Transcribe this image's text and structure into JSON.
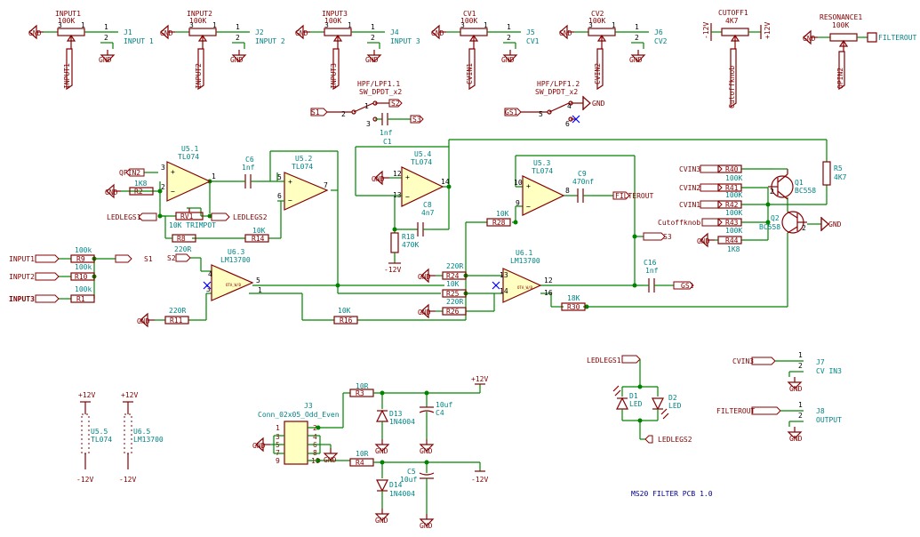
{
  "title_block": "MS20 FILTER PCB 1.0",
  "pots": [
    {
      "ref": "INPUT1",
      "val": "100K",
      "net": "INPUT1",
      "jref": "J1",
      "jnet": "INPUT 1"
    },
    {
      "ref": "INPUT2",
      "val": "100K",
      "net": "INPUT2",
      "jref": "J2",
      "jnet": "INPUT 2"
    },
    {
      "ref": "INPUT3",
      "val": "100K",
      "net": "INPUT3",
      "jref": "J4",
      "jnet": "INPUT 3"
    },
    {
      "ref": "CV1",
      "val": "100K",
      "net": "CVIN1",
      "jref": "J5",
      "jnet": "CV1"
    },
    {
      "ref": "CV2",
      "val": "100K",
      "net": "CVIN2",
      "jref": "J6",
      "jnet": "CV2"
    }
  ],
  "cutoff": {
    "ref": "CUTOFF1",
    "val": "4K7",
    "vneg": "-12V",
    "vpos": "+12V",
    "net": "Cutoffknob"
  },
  "resonance": {
    "ref": "RESONANCE1",
    "val": "100K",
    "net": "FILTEROUT",
    "wiper": "QPIN2"
  },
  "gnd": "GND",
  "switches": [
    {
      "ref": "HPF/LPF1.1",
      "val": "SW_DPDT_x2",
      "l": "S1",
      "r1": "S2",
      "r2": "S3",
      "p1": "1",
      "p2": "2",
      "p3": "3"
    },
    {
      "ref": "HPF/LPF1.2",
      "val": "SW_DPDT_x2",
      "l": "GS1",
      "r1": "GND",
      "p1": "4",
      "p2": "5",
      "p3": "6"
    }
  ],
  "c1": {
    "ref": "C1",
    "val": "1nf"
  },
  "opamps": [
    {
      "ref": "U5.1",
      "val": "TL074",
      "pins": [
        "3",
        "2",
        "1"
      ]
    },
    {
      "ref": "U5.2",
      "val": "TL074",
      "pins": [
        "5",
        "6",
        "7"
      ]
    },
    {
      "ref": "U5.4",
      "val": "TL074",
      "pins": [
        "12",
        "13",
        "14"
      ]
    },
    {
      "ref": "U5.3",
      "val": "TL074",
      "pins": [
        "10",
        "9",
        "8"
      ]
    }
  ],
  "otas": [
    {
      "ref": "U6.3",
      "val": "LM13700",
      "pins": [
        "4",
        "3",
        "1",
        "5"
      ]
    },
    {
      "ref": "U6.1",
      "val": "LM13700",
      "pins": [
        "13",
        "14",
        "16",
        "12"
      ]
    }
  ],
  "parts": {
    "r2": {
      "ref": "R2",
      "val": "1K8"
    },
    "rv1": {
      "ref": "RV1",
      "val": "10K TRIMPOT"
    },
    "c6": {
      "ref": "C6",
      "val": "1nf"
    },
    "c8": {
      "ref": "C8",
      "val": "4n7"
    },
    "r18": {
      "ref": "R18",
      "val": "470K"
    },
    "c9": {
      "ref": "C9",
      "val": "470nf"
    },
    "r28": {
      "ref": "R28",
      "val": "10K"
    },
    "r8": {
      "ref": "R8",
      "val": "220R"
    },
    "r14": {
      "ref": "R14",
      "val": "10K"
    },
    "r9": {
      "ref": "R9",
      "val": "100k"
    },
    "r10": {
      "ref": "R10",
      "val": "100k"
    },
    "r1": {
      "ref": "R1",
      "val": "100k"
    },
    "r11": {
      "ref": "R11",
      "val": "220R"
    },
    "r16": {
      "ref": "R16",
      "val": "10K"
    },
    "r24": {
      "ref": "R24",
      "val": "220R"
    },
    "r25": {
      "ref": "R25",
      "val": "10K"
    },
    "r26": {
      "ref": "R26",
      "val": "220R"
    },
    "r30": {
      "ref": "R30",
      "val": "18K"
    },
    "c16": {
      "ref": "C16",
      "val": "1nf"
    },
    "r5": {
      "ref": "R5",
      "val": "4K7"
    },
    "q1": {
      "ref": "Q1",
      "val": "BC558"
    },
    "q2": {
      "ref": "Q2",
      "val": "BC558"
    },
    "r40": {
      "ref": "R40",
      "val": "100K"
    },
    "r41": {
      "ref": "R41",
      "val": "100K"
    },
    "r42": {
      "ref": "R42",
      "val": "100K"
    },
    "r43": {
      "ref": "R43",
      "val": "100K"
    },
    "r44": {
      "ref": "R44",
      "val": "1K8"
    },
    "r3": {
      "ref": "R3",
      "val": "10R"
    },
    "r4": {
      "ref": "R4",
      "val": "10R"
    },
    "d13": {
      "ref": "D13",
      "val": "1N4004"
    },
    "d14": {
      "ref": "D14",
      "val": "1N4004"
    },
    "c4": {
      "ref": "C4",
      "val": "10uf"
    },
    "c5": {
      "ref": "C5",
      "val": "10uf"
    },
    "j3": {
      "ref": "J3",
      "val": "Conn_02x05_Odd_Even"
    },
    "d1": {
      "ref": "D1",
      "val": "LED"
    },
    "d2": {
      "ref": "D2",
      "val": "LED"
    },
    "j7": {
      "ref": "J7",
      "val": "CV IN3"
    },
    "j8": {
      "ref": "J8",
      "val": "OUTPUT"
    },
    "u55": {
      "ref": "U5.5",
      "val": "TL074"
    },
    "u65": {
      "ref": "U6.5",
      "val": "LM13700"
    }
  },
  "nets": {
    "qpin2": "QPIN2",
    "ledlegs1": "LEDLEGS1",
    "ledlegs2": "LEDLEGS2",
    "s1": "S1",
    "s2": "S2",
    "s3": "S3",
    "input1": "INPUT1",
    "input2": "INPUT2",
    "input3": "INPUT3",
    "filterout": "FILTEROUT",
    "gs1": "GS1",
    "cvin1": "CVIN1",
    "cvin2": "CVIN2",
    "cvin3": "CVIN3",
    "cutoffknob": "Cutoffknob",
    "p12": "+12V",
    "m12": "-12V",
    "cvin3_2": "CVIN3",
    "filterout_2": "FILTEROUT",
    "ledlegs1_2": "LEDLEGS1",
    "ledlegs2_2": "LEDLEGS2",
    "s2_2": "S2"
  },
  "labels_misc": {
    "cvin3_j7": "CVIN3",
    "one": "1",
    "two": "2"
  }
}
